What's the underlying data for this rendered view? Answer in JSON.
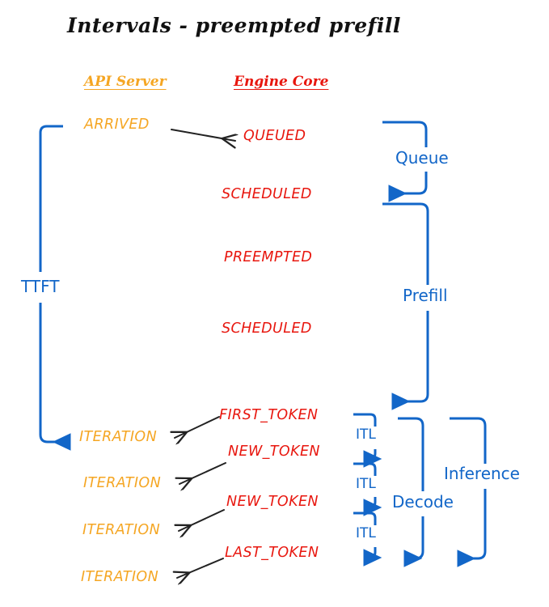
{
  "diagram": {
    "title": "Intervals - preempted prefill",
    "colors": {
      "api_server": "#F5A623",
      "engine_core": "#E8170F",
      "interval": "#1266C8",
      "arrow": "#222222",
      "background": "#FFFFFF"
    },
    "columns": [
      {
        "label": "API Server",
        "color": "#F5A623"
      },
      {
        "label": "Engine Core",
        "color": "#E8170F"
      }
    ],
    "api_server_events": [
      {
        "label": "ARRIVED"
      },
      {
        "label": "ITERATION"
      },
      {
        "label": "ITERATION"
      },
      {
        "label": "ITERATION"
      },
      {
        "label": "ITERATION"
      }
    ],
    "engine_core_events": [
      {
        "label": "QUEUED"
      },
      {
        "label": "SCHEDULED"
      },
      {
        "label": "PREEMPTED"
      },
      {
        "label": "SCHEDULED"
      },
      {
        "label": "FIRST_TOKEN"
      },
      {
        "label": "NEW_TOKEN"
      },
      {
        "label": "NEW_TOKEN"
      },
      {
        "label": "LAST_TOKEN"
      }
    ],
    "intervals": [
      {
        "label": "TTFT"
      },
      {
        "label": "Queue"
      },
      {
        "label": "Prefill"
      },
      {
        "label": "ITL"
      },
      {
        "label": "ITL"
      },
      {
        "label": "ITL"
      },
      {
        "label": "Decode"
      },
      {
        "label": "Inference"
      }
    ]
  }
}
